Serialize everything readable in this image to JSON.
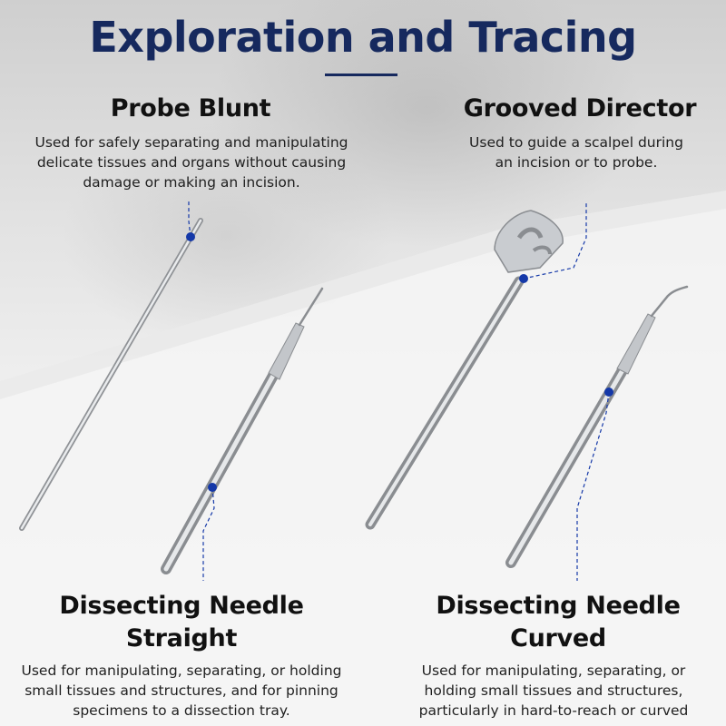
{
  "title": "Exploration and Tracing",
  "tools": [
    {
      "name": "Probe Blunt",
      "description": "Used for safely separating and manipulating delicate tissues and organs without causing damage or making an incision."
    },
    {
      "name": "Grooved Director",
      "description": "Used to guide a scalpel during an incision or to probe."
    },
    {
      "name_line1": "Dissecting Needle",
      "name_line2": "Straight",
      "description": "Used for manipulating, separating, or holding small tissues and structures, and for pinning specimens to a dissection tray."
    },
    {
      "name_line1": "Dissecting Needle",
      "name_line2": "Curved",
      "description": "Used for manipulating, separating, or holding small tissues and structures, particularly in hard-to-reach or curved"
    }
  ],
  "colors": {
    "title": "#16295e",
    "marker": "#1438a8",
    "steel": "#c9ccd0"
  }
}
